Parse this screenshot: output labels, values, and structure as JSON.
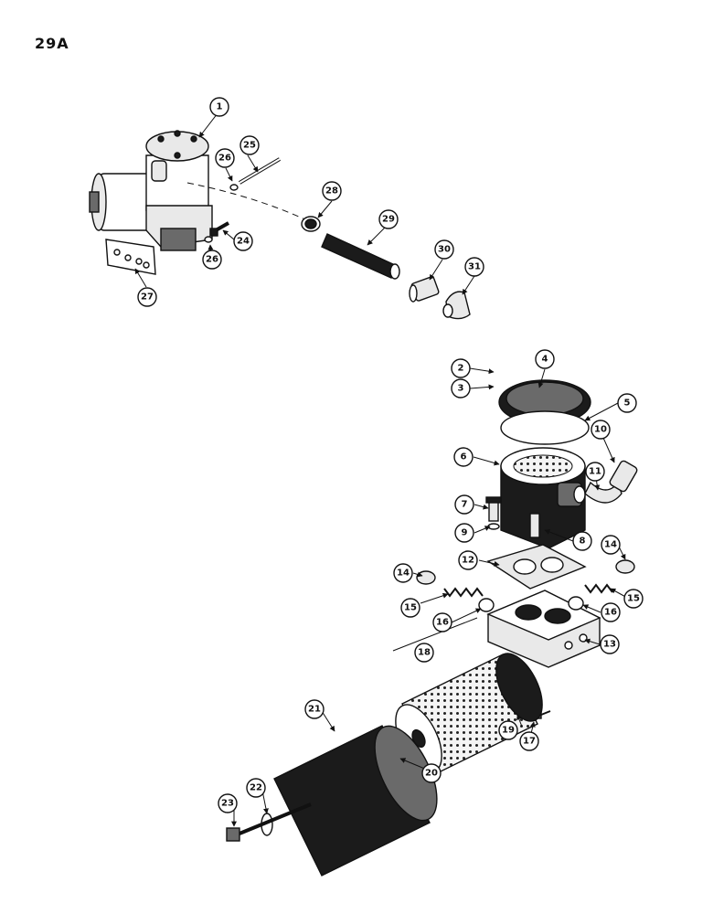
{
  "page": {
    "number": "29A"
  },
  "callouts": [
    "1",
    "2",
    "3",
    "4",
    "5",
    "6",
    "7",
    "8",
    "9",
    "10",
    "11",
    "12",
    "13",
    "14",
    "14",
    "15",
    "15",
    "16",
    "16",
    "17",
    "18",
    "19",
    "20",
    "21",
    "22",
    "23",
    "24",
    "25",
    "26",
    "26",
    "27",
    "28",
    "29",
    "30",
    "31"
  ]
}
